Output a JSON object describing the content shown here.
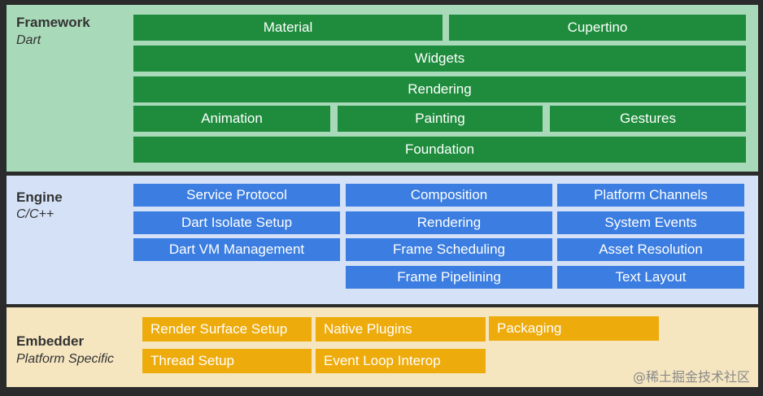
{
  "framework": {
    "title": "Framework",
    "subtitle": "Dart",
    "rows": [
      [
        "Material",
        "Cupertino"
      ],
      [
        "Widgets"
      ],
      [
        "Rendering"
      ],
      [
        "Animation",
        "Painting",
        "Gestures"
      ],
      [
        "Foundation"
      ]
    ]
  },
  "engine": {
    "title": "Engine",
    "subtitle": "C/C++",
    "col1": [
      "Service Protocol",
      "Dart Isolate Setup",
      "Dart VM Management"
    ],
    "col2": [
      "Composition",
      "Rendering",
      "Frame Scheduling",
      "Frame Pipelining"
    ],
    "col3": [
      "Platform Channels",
      "System Events",
      "Asset Resolution",
      "Text Layout"
    ]
  },
  "embedder": {
    "title": "Embedder",
    "subtitle": "Platform Specific",
    "row1": [
      "Render Surface Setup",
      "Native Plugins",
      "Packaging"
    ],
    "row2": [
      "Thread Setup",
      "Event Loop Interop"
    ]
  },
  "watermark": "@稀土掘金技术社区",
  "colors": {
    "framework_bg": "#a8d9b8",
    "framework_box": "#1e8c3c",
    "engine_bg": "#d4e1f7",
    "engine_box": "#3b7de0",
    "embedder_bg": "#f5e6c0",
    "embedder_box": "#eeab0c"
  }
}
